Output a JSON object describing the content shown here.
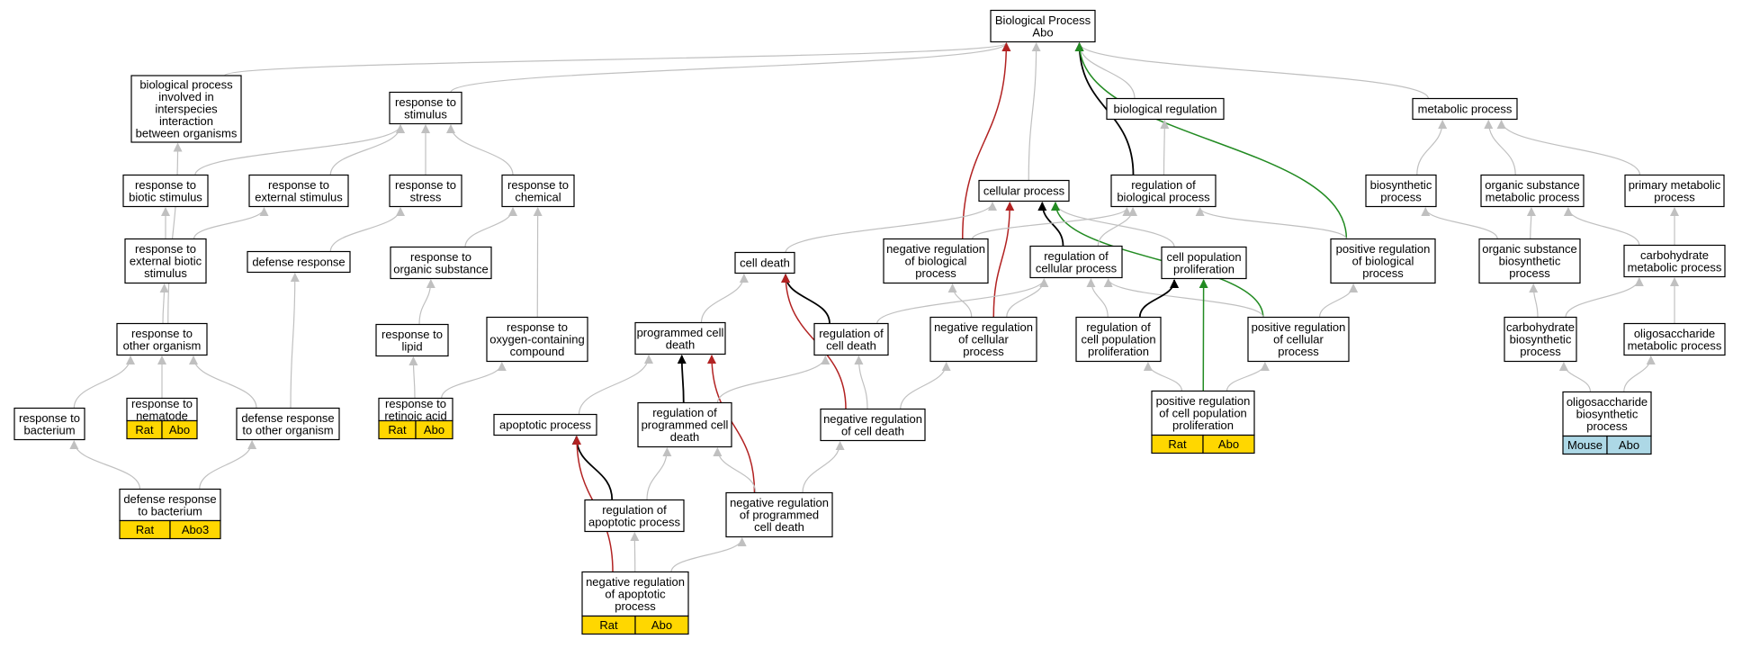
{
  "colors": {
    "edge_default": "#c0c0c0",
    "edge_black": "#000000",
    "edge_red": "#b22222",
    "edge_green": "#228b22",
    "rat_fill": "#ffd700",
    "mouse_fill": "#add8e6"
  },
  "nodes": [
    {
      "id": "bp",
      "lines": [
        "Biological Process",
        "Abo"
      ]
    },
    {
      "id": "bpii",
      "lines": [
        "biological process",
        "involved in",
        "interspecies",
        "interaction",
        "between organisms"
      ]
    },
    {
      "id": "rts",
      "lines": [
        "response to",
        "stimulus"
      ]
    },
    {
      "id": "breg",
      "lines": [
        "biological regulation"
      ]
    },
    {
      "id": "meta",
      "lines": [
        "metabolic process"
      ]
    },
    {
      "id": "rtbs",
      "lines": [
        "response to",
        "biotic stimulus"
      ]
    },
    {
      "id": "rtes",
      "lines": [
        "response to",
        "external stimulus"
      ]
    },
    {
      "id": "rtst",
      "lines": [
        "response to",
        "stress"
      ]
    },
    {
      "id": "rtch",
      "lines": [
        "response to",
        "chemical"
      ]
    },
    {
      "id": "cp",
      "lines": [
        "cellular process"
      ]
    },
    {
      "id": "rbp",
      "lines": [
        "regulation of",
        "biological process"
      ]
    },
    {
      "id": "bios",
      "lines": [
        "biosynthetic",
        "process"
      ]
    },
    {
      "id": "osmp",
      "lines": [
        "organic substance",
        "metabolic process"
      ]
    },
    {
      "id": "pmp",
      "lines": [
        "primary metabolic",
        "process"
      ]
    },
    {
      "id": "rtebs",
      "lines": [
        "response to",
        "external biotic",
        "stimulus"
      ]
    },
    {
      "id": "defr",
      "lines": [
        "defense response"
      ]
    },
    {
      "id": "rtos",
      "lines": [
        "response to",
        "organic substance"
      ]
    },
    {
      "id": "cd",
      "lines": [
        "cell death"
      ]
    },
    {
      "id": "nrbp",
      "lines": [
        "negative regulation",
        "of biological",
        "process"
      ]
    },
    {
      "id": "rcp",
      "lines": [
        "regulation of",
        "cellular process"
      ]
    },
    {
      "id": "cpp",
      "lines": [
        "cell population",
        "proliferation"
      ]
    },
    {
      "id": "prbp",
      "lines": [
        "positive regulation",
        "of biological",
        "process"
      ]
    },
    {
      "id": "osbp",
      "lines": [
        "organic substance",
        "biosynthetic",
        "process"
      ]
    },
    {
      "id": "cmp",
      "lines": [
        "carbohydrate",
        "metabolic process"
      ]
    },
    {
      "id": "rtoo",
      "lines": [
        "response to",
        "other organism"
      ]
    },
    {
      "id": "rtl",
      "lines": [
        "response to",
        "lipid"
      ]
    },
    {
      "id": "rtocc",
      "lines": [
        "response to",
        "oxygen-containing",
        "compound"
      ]
    },
    {
      "id": "pcd",
      "lines": [
        "programmed cell",
        "death"
      ]
    },
    {
      "id": "rcd",
      "lines": [
        "regulation of",
        "cell death"
      ]
    },
    {
      "id": "nrcp",
      "lines": [
        "negative regulation",
        "of cellular",
        "process"
      ]
    },
    {
      "id": "rcpp",
      "lines": [
        "regulation of",
        "cell population",
        "proliferation"
      ]
    },
    {
      "id": "prcp",
      "lines": [
        "positive regulation",
        "of cellular",
        "process"
      ]
    },
    {
      "id": "cbp",
      "lines": [
        "carbohydrate",
        "biosynthetic",
        "process"
      ]
    },
    {
      "id": "omp",
      "lines": [
        "oligosaccharide",
        "metabolic process"
      ]
    },
    {
      "id": "rtb",
      "lines": [
        "response to",
        "bacterium"
      ]
    },
    {
      "id": "rtn",
      "lines": [
        "response to",
        "nematode"
      ]
    },
    {
      "id": "drtoo",
      "lines": [
        "defense response",
        "to other organism"
      ]
    },
    {
      "id": "rtra",
      "lines": [
        "response to",
        "retinoic acid"
      ]
    },
    {
      "id": "ap",
      "lines": [
        "apoptotic process"
      ]
    },
    {
      "id": "rpcd",
      "lines": [
        "regulation of",
        "programmed cell",
        "death"
      ]
    },
    {
      "id": "nrcd",
      "lines": [
        "negative regulation",
        "of cell death"
      ]
    },
    {
      "id": "prcpp",
      "lines": [
        "positive regulation",
        "of cell population",
        "proliferation"
      ]
    },
    {
      "id": "obp",
      "lines": [
        "oligosaccharide",
        "biosynthetic",
        "process"
      ]
    },
    {
      "id": "drtb",
      "lines": [
        "defense response",
        "to bacterium"
      ]
    },
    {
      "id": "rap",
      "lines": [
        "regulation of",
        "apoptotic process"
      ]
    },
    {
      "id": "nrpcd",
      "lines": [
        "negative regulation",
        "of programmed",
        "cell death"
      ]
    },
    {
      "id": "nrap",
      "lines": [
        "negative regulation",
        "of apoptotic",
        "process"
      ]
    }
  ],
  "genes": [
    {
      "id": "g_rtn",
      "node": "rtn",
      "species": "Rat",
      "gene": "Abo",
      "fill": "rat"
    },
    {
      "id": "g_rtra",
      "node": "rtra",
      "species": "Rat",
      "gene": "Abo",
      "fill": "rat"
    },
    {
      "id": "g_drtb",
      "node": "drtb",
      "species": "Rat",
      "gene": "Abo3",
      "fill": "rat"
    },
    {
      "id": "g_prcpp",
      "node": "prcpp",
      "species": "Rat",
      "gene": "Abo",
      "fill": "rat"
    },
    {
      "id": "g_obp",
      "node": "obp",
      "species": "Mouse",
      "gene": "Abo",
      "fill": "mouse"
    },
    {
      "id": "g_nrap",
      "node": "nrap",
      "species": "Rat",
      "gene": "Abo",
      "fill": "rat"
    }
  ],
  "edges": [
    {
      "from": "bpii",
      "to": "bp",
      "color": "default"
    },
    {
      "from": "rts",
      "to": "bp",
      "color": "default"
    },
    {
      "from": "breg",
      "to": "bp",
      "color": "default"
    },
    {
      "from": "meta",
      "to": "bp",
      "color": "default"
    },
    {
      "from": "cp",
      "to": "bp",
      "color": "default"
    },
    {
      "from": "rbp",
      "to": "bp",
      "color": "black"
    },
    {
      "from": "nrbp",
      "to": "bp",
      "color": "red"
    },
    {
      "from": "prbp",
      "to": "bp",
      "color": "green"
    },
    {
      "from": "rtbs",
      "to": "rts",
      "color": "default"
    },
    {
      "from": "rtes",
      "to": "rts",
      "color": "default"
    },
    {
      "from": "rtst",
      "to": "rts",
      "color": "default"
    },
    {
      "from": "rtch",
      "to": "rts",
      "color": "default"
    },
    {
      "from": "rbp",
      "to": "breg",
      "color": "default"
    },
    {
      "from": "bios",
      "to": "meta",
      "color": "default"
    },
    {
      "from": "osmp",
      "to": "meta",
      "color": "default"
    },
    {
      "from": "pmp",
      "to": "meta",
      "color": "default"
    },
    {
      "from": "rtebs",
      "to": "rtbs",
      "color": "default"
    },
    {
      "from": "rtebs",
      "to": "rtes",
      "color": "default"
    },
    {
      "from": "defr",
      "to": "rtst",
      "color": "default"
    },
    {
      "from": "rtos",
      "to": "rtch",
      "color": "default"
    },
    {
      "from": "rtocc",
      "to": "rtch",
      "color": "default"
    },
    {
      "from": "cd",
      "to": "cp",
      "color": "default"
    },
    {
      "from": "nrcp",
      "to": "cp",
      "color": "red"
    },
    {
      "from": "rcp",
      "to": "cp",
      "color": "black"
    },
    {
      "from": "cpp",
      "to": "cp",
      "color": "default"
    },
    {
      "from": "prcp",
      "to": "cp",
      "color": "green"
    },
    {
      "from": "nrbp",
      "to": "rbp",
      "color": "default"
    },
    {
      "from": "rcp",
      "to": "rbp",
      "color": "default"
    },
    {
      "from": "prbp",
      "to": "rbp",
      "color": "default"
    },
    {
      "from": "osbp",
      "to": "bios",
      "color": "default"
    },
    {
      "from": "osbp",
      "to": "osmp",
      "color": "default"
    },
    {
      "from": "cmp",
      "to": "osmp",
      "color": "default"
    },
    {
      "from": "cmp",
      "to": "pmp",
      "color": "default"
    },
    {
      "from": "rtoo",
      "to": "bpii",
      "color": "default"
    },
    {
      "from": "rtoo",
      "to": "rtebs",
      "color": "default"
    },
    {
      "from": "drtoo",
      "to": "defr",
      "color": "default"
    },
    {
      "from": "rtl",
      "to": "rtos",
      "color": "default"
    },
    {
      "from": "pcd",
      "to": "cd",
      "color": "default"
    },
    {
      "from": "rcd",
      "to": "cd",
      "color": "black"
    },
    {
      "from": "nrcd",
      "to": "cd",
      "color": "red"
    },
    {
      "from": "nrcp",
      "to": "nrbp",
      "color": "default"
    },
    {
      "from": "rcd",
      "to": "rcp",
      "color": "default"
    },
    {
      "from": "nrcp",
      "to": "rcp",
      "color": "default"
    },
    {
      "from": "rcpp",
      "to": "rcp",
      "color": "default"
    },
    {
      "from": "prcp",
      "to": "rcp",
      "color": "default"
    },
    {
      "from": "rcpp",
      "to": "cpp",
      "color": "black"
    },
    {
      "from": "prcpp",
      "to": "cpp",
      "color": "green"
    },
    {
      "from": "prcp",
      "to": "prbp",
      "color": "default"
    },
    {
      "from": "cbp",
      "to": "osbp",
      "color": "default"
    },
    {
      "from": "cbp",
      "to": "cmp",
      "color": "default"
    },
    {
      "from": "omp",
      "to": "cmp",
      "color": "default"
    },
    {
      "from": "rtb",
      "to": "rtoo",
      "color": "default"
    },
    {
      "from": "rtn",
      "to": "rtoo",
      "color": "default"
    },
    {
      "from": "drtoo",
      "to": "rtoo",
      "color": "default"
    },
    {
      "from": "rtra",
      "to": "rtl",
      "color": "default"
    },
    {
      "from": "rtra",
      "to": "rtocc",
      "color": "default"
    },
    {
      "from": "ap",
      "to": "pcd",
      "color": "default"
    },
    {
      "from": "rpcd",
      "to": "pcd",
      "color": "black"
    },
    {
      "from": "nrpcd",
      "to": "pcd",
      "color": "red"
    },
    {
      "from": "rpcd",
      "to": "rcd",
      "color": "default"
    },
    {
      "from": "nrcd",
      "to": "rcd",
      "color": "default"
    },
    {
      "from": "nrcd",
      "to": "nrcp",
      "color": "default"
    },
    {
      "from": "prcpp",
      "to": "rcpp",
      "color": "default"
    },
    {
      "from": "prcpp",
      "to": "prcp",
      "color": "default"
    },
    {
      "from": "obp",
      "to": "cbp",
      "color": "default"
    },
    {
      "from": "obp",
      "to": "omp",
      "color": "default"
    },
    {
      "from": "drtb",
      "to": "rtb",
      "color": "default"
    },
    {
      "from": "drtb",
      "to": "drtoo",
      "color": "default"
    },
    {
      "from": "rap",
      "to": "ap",
      "color": "black"
    },
    {
      "from": "nrap",
      "to": "ap",
      "color": "red"
    },
    {
      "from": "rap",
      "to": "rpcd",
      "color": "default"
    },
    {
      "from": "nrpcd",
      "to": "rpcd",
      "color": "default"
    },
    {
      "from": "nrpcd",
      "to": "nrcd",
      "color": "default"
    },
    {
      "from": "nrap",
      "to": "rap",
      "color": "default"
    },
    {
      "from": "nrap",
      "to": "nrpcd",
      "color": "default"
    }
  ]
}
